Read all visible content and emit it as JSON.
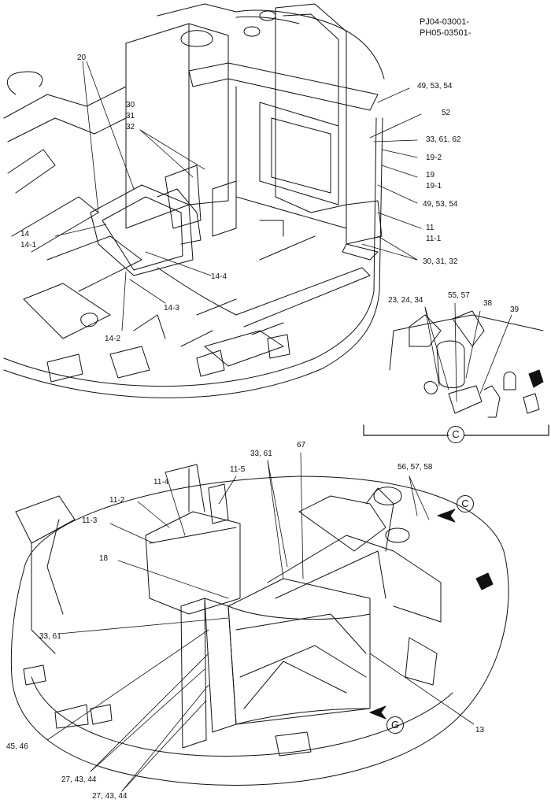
{
  "header": {
    "serial_1": "PJ04-03001-",
    "serial_2": "PH05-03501-"
  },
  "detail_view": {
    "letter": "C"
  },
  "callouts": {
    "top": [
      {
        "id": "t1",
        "text": "20"
      },
      {
        "id": "t2",
        "text": "30"
      },
      {
        "id": "t3",
        "text": "31"
      },
      {
        "id": "t4",
        "text": "32"
      },
      {
        "id": "t5",
        "text": "49, 53, 54"
      },
      {
        "id": "t6",
        "text": "52"
      },
      {
        "id": "t7",
        "text": "33, 61, 62"
      },
      {
        "id": "t8",
        "text": "19-2"
      },
      {
        "id": "t9",
        "text": "19"
      },
      {
        "id": "t10",
        "text": "19-1"
      },
      {
        "id": "t11",
        "text": "49, 53, 54"
      },
      {
        "id": "t12",
        "text": "11"
      },
      {
        "id": "t13",
        "text": "11-1"
      },
      {
        "id": "t14",
        "text": "30, 31, 32"
      },
      {
        "id": "t15",
        "text": "14"
      },
      {
        "id": "t16",
        "text": "14-1"
      },
      {
        "id": "t17",
        "text": "14-4"
      },
      {
        "id": "t18",
        "text": "14-3"
      },
      {
        "id": "t19",
        "text": "14-2"
      }
    ],
    "detail": [
      {
        "id": "d1",
        "text": "23, 24, 34"
      },
      {
        "id": "d2",
        "text": "55, 57"
      },
      {
        "id": "d3",
        "text": "38"
      },
      {
        "id": "d4",
        "text": "39"
      }
    ],
    "bottom": [
      {
        "id": "b1",
        "text": "33, 61"
      },
      {
        "id": "b2",
        "text": "67"
      },
      {
        "id": "b3",
        "text": "11-5"
      },
      {
        "id": "b4",
        "text": "11-4"
      },
      {
        "id": "b5",
        "text": "11-2"
      },
      {
        "id": "b6",
        "text": "11-3"
      },
      {
        "id": "b7",
        "text": "56, 57, 58"
      },
      {
        "id": "b8",
        "text": "C"
      },
      {
        "id": "b9",
        "text": "18"
      },
      {
        "id": "b10",
        "text": "33, 61"
      },
      {
        "id": "b11",
        "text": "13"
      },
      {
        "id": "b12",
        "text": "G"
      },
      {
        "id": "b13",
        "text": "45, 46"
      },
      {
        "id": "b14",
        "text": "27, 43, 44"
      },
      {
        "id": "b15",
        "text": "27, 43, 44"
      }
    ]
  }
}
